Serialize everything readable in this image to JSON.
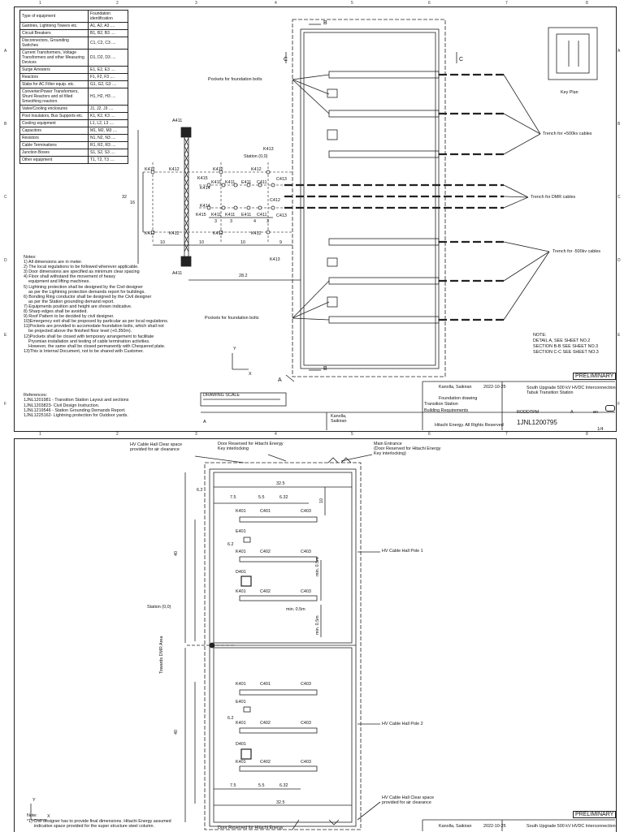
{
  "sheet1": {
    "ruler_numbers": [
      "1",
      "2",
      "3",
      "4",
      "5",
      "6",
      "7",
      "8"
    ],
    "ruler_letters": [
      "A",
      "B",
      "C",
      "D",
      "E",
      "F"
    ],
    "table": {
      "headers": [
        "Type of equipment",
        "Foundation identification"
      ],
      "rows": [
        [
          "Gantries, Lightning Towers etc.",
          "A1, A2, A3 ...."
        ],
        [
          "Circuit Breakers",
          "B1, B2, B3 ...."
        ],
        [
          "Disconnectors, Grounding Switches",
          "C1, C2, C3 ...."
        ],
        [
          "Current Transformers, Voltage Transformers and other Measuring Devices",
          "D1, D2, D3 ...."
        ],
        [
          "Surge Arresters",
          "E1, E2, E3 ...."
        ],
        [
          "Reactors",
          "F1, F2, F3 ...."
        ],
        [
          "Slabs for AC Filter equip. etc.",
          "G1, G2, G3 ...."
        ],
        [
          "Converter/Power Transformers, Shunt Reactors and oil filled Smoothing reactors",
          "H1, H2, H3 ...."
        ],
        [
          "Valve/Cooling enclosures",
          "J1, J2, J3 ...."
        ],
        [
          "Post Insulators, Bus Supports etc.",
          "K1, K2, K3 ...."
        ],
        [
          "Cooling equipment",
          "L1, L2, L3 ...."
        ],
        [
          "Capacitors",
          "M1, M2, M3 ...."
        ],
        [
          "Resistors",
          "N1, N2, N3 ...."
        ],
        [
          "Cable Terminations",
          "R1, R2, R3 ...."
        ],
        [
          "Junction Boxes",
          "S1, S2, S3 ...."
        ],
        [
          "Other equipment",
          "T1, T2, T3 ...."
        ]
      ]
    },
    "notes_title": "Notes:",
    "notes": [
      "1) All dimensions are in meter.",
      "2) The local regulations to be followed wherever applicable.",
      "3) Door dimensions are specified as minimum clear spacing",
      "4) Floor shall withstand the movement of heavy\n    equipment and lifting machines.",
      "5) Lightning protection shall be designed by the Civil designer\n    as per the Lightning protection demands report for buildings.",
      "6) Bonding Ring conductor shall be designed by the Civil designer\n    as per the Station grounding demand report.",
      "7) Equipments position and height are shown indicative.",
      "8) Sharp edges shall be avoided.",
      "9) Roof Pattern to be decided by civil designer.",
      "10)Emergency exit shall be proposed by particular as per local regulations.",
      "11)Pockets are provided to accomodate foundation bolts, which shall not\n    be projected above the finished floor level (+0.350m).",
      "12)Pockets shall be closed with temporary arrangement to facilitate\n    Prysmian installation and testing of cable termination activities.\n    However, the same shall be closed permanently with Chequered plate.",
      "13)This is Internal Document, not to be shared with Customer."
    ],
    "refs_title": "References:",
    "refs": [
      "1JNL1201981 - Transition Station Layout and sections",
      "1JNL1203823- Civil Design Instruction.",
      "1JNL1219546 - Station Grounding Demands Report.",
      "1JNL1225162- Lightning protection for Outdoor yards."
    ],
    "labels": {
      "a411_top": "A411",
      "a411_bot": "A411",
      "k412": "K412",
      "k413": "K413",
      "k414": "K414",
      "k415": "K415",
      "k411": "K411",
      "e411": "E411",
      "c411": "C411",
      "c412": "C412",
      "c413": "C413",
      "station": "Station (0,0)",
      "pockets_top": "Pockets for foundation bolts",
      "pockets_bot": "Pockets for foundation bolts",
      "trench_p": "Trench for +500kv cables",
      "trench_dmr": "Trench for DMR cables",
      "trench_n": "Trench for -500kv cables",
      "key_plan": "Key Plan",
      "sec_b": "B",
      "sec_c": "C",
      "sec_a": "A",
      "dim_32": "32",
      "dim_16": "16",
      "dim_10a": "10",
      "dim_10b": "10",
      "dim_10c": "10",
      "dim_9": "9",
      "dim_282": "28.2",
      "dim_3": "3",
      "dim_4": "4",
      "axis_y": "Y",
      "axis_x": "X"
    },
    "note_detail": [
      "NOTE:",
      "DETAIL A, SEE SHEET NO.2",
      "SECTION B-B SEE SHEET NO.3",
      "SECTION C-C SEE SHEET NO.3"
    ],
    "preliminary": "PRELIMINARY",
    "title_block": {
      "names": "Kanolla,\nSaikiran",
      "title1": "Transition Station",
      "title2": "Building Requirements",
      "doc_type": "Foundation drawing",
      "project": "South Upgrade 500 kV HVDC Interconnection",
      "site": "Tabuk Transition Station",
      "code": "RODDTPM",
      "doc_number": "1JNL1200795",
      "company": "Hitachi Energy",
      "copyright": "Hitachi Energy. All Rights Reserved",
      "date": "2022-10-25",
      "rev": "A",
      "lang": "en",
      "sheet": "1/4",
      "scale_label": "DRAWING SCALE"
    }
  },
  "sheet2": {
    "labels": {
      "hv_top": "HV Cable Hall Clear space\nprovided for air clearance",
      "door_top": "Door Reserved for Hitachi Energy\nKey interlocking",
      "main_entrance": "Main Entrance\n(Door Reserved for Hitachi Energy\nKey interlocking)",
      "pole1": "HV Cable Hall Pole 1",
      "pole2": "HV Cable Hall Pole 2",
      "station": "Station (0,0)",
      "towards": "Towards DMR Area",
      "hv_bot": "HV Cable Hall Clear space\nprovided for air clearance",
      "door_bot": "Door Reserved for Hitachi Energy",
      "note": "Note:",
      "note1": "*1) Civil designer has to provide final dimensions. Hitachi Energy assumed\n      indicative space provided for the super structure steel column.",
      "min05a": "min. 0.5m",
      "min05b": "min. 0.5m",
      "min05c": "min. 0.5m",
      "dim_325": "32.5",
      "dim_325b": "32.5",
      "dim_62": "6.2",
      "dim_75": "7.5",
      "dim_55": "5.5",
      "dim_632": "6.32",
      "dim_40a": "40",
      "dim_40b": "40",
      "dim_10": "10",
      "axis_y": "Y",
      "axis_x": "X",
      "k401": "K401",
      "c401": "C401",
      "c402": "C402",
      "c403": "C403",
      "e401": "E401",
      "d401": "D401"
    },
    "preliminary": "PRELIMINARY",
    "title_block": {
      "names": "Kanolla, Saikiran",
      "date": "2022-10-25",
      "project": "South Upgrade 500 kV HVDC Interconnection"
    }
  },
  "colors": {
    "line": "#222222",
    "dim": "#444444",
    "bg": "#ffffff"
  }
}
